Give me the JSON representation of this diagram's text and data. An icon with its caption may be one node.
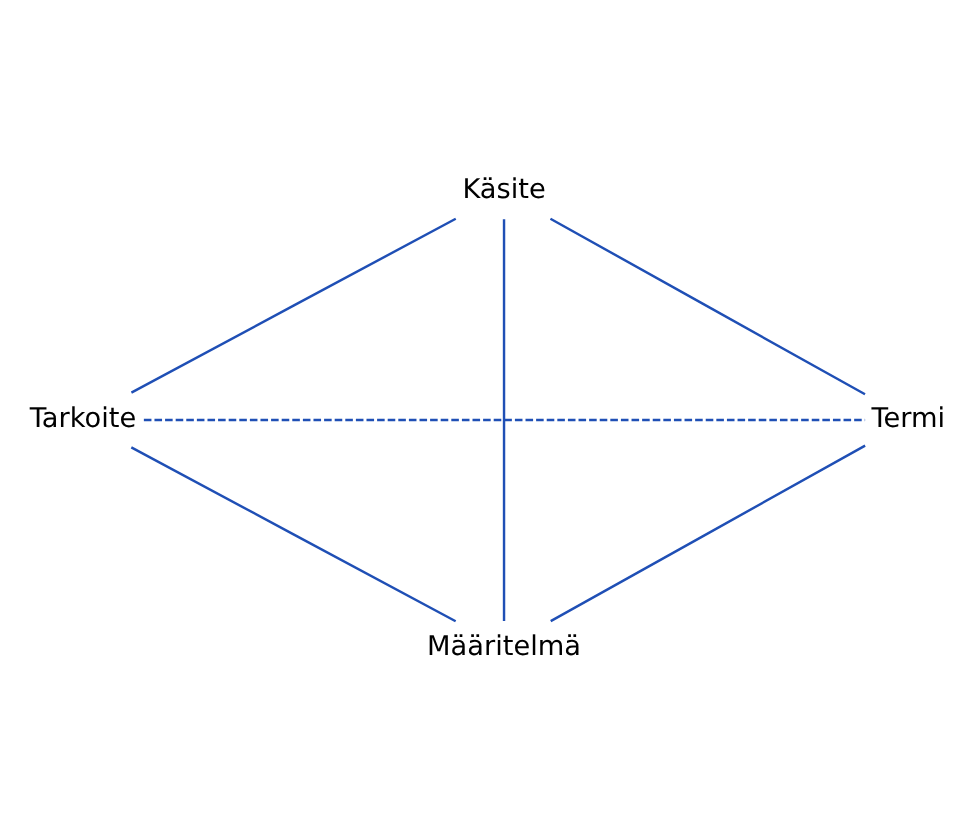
{
  "diagram": {
    "nodes": [
      {
        "text": [
          "Käsite"
        ]
      },
      {
        "text": [
          "Tarkoite"
        ]
      },
      {
        "text": [
          "Termi"
        ]
      },
      {
        "text": [
          "Määritelmä"
        ]
      }
    ],
    "edges": [
      {
        "from": 0,
        "to": 1,
        "arrow": "none"
      },
      {
        "from": 0,
        "to": 3,
        "arrow": "none"
      },
      {
        "from": 0,
        "to": 2,
        "arrow": "none"
      },
      {
        "from": 1,
        "to": 3,
        "arrow": "none"
      },
      {
        "from": 2,
        "to": 3,
        "arrow": "none"
      },
      {
        "from": 1,
        "to": 2,
        "arrow": "none",
        "style": "dashed"
      }
    ]
  }
}
